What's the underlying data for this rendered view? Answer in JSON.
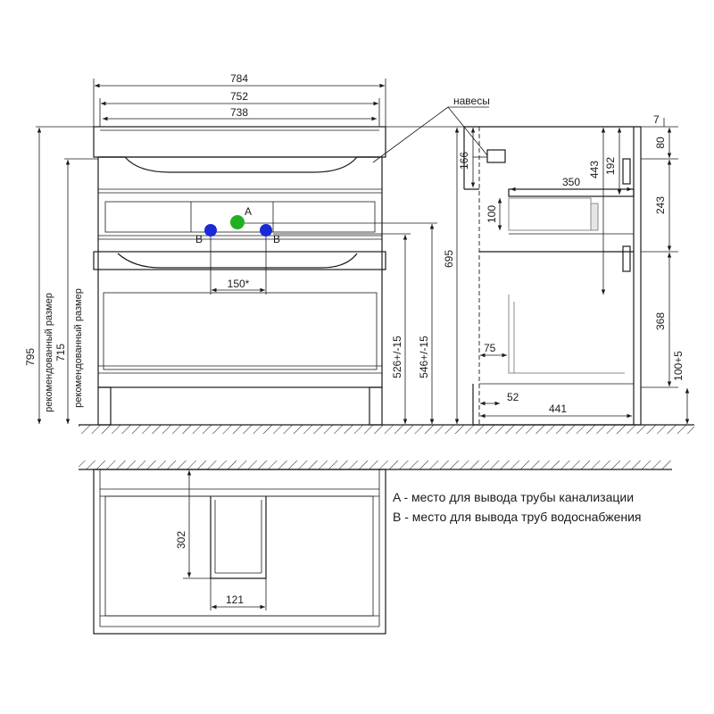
{
  "dims": {
    "width_784": "784",
    "width_752": "752",
    "width_738": "738",
    "label_hinges": "навесы",
    "d150": "150*",
    "h795": "795",
    "h715": "715",
    "rec1": "рекомендованный размер",
    "rec2": "рекомендованный размер",
    "h526": "526+/-15",
    "h546": "546+/-15",
    "h695": "695",
    "d166": "166",
    "d443": "443",
    "d192": "192",
    "d350": "350",
    "d100": "100",
    "d7": "7",
    "d80": "80",
    "d243": "243",
    "d368": "368",
    "d75": "75",
    "d100_5": "100+5",
    "d52": "52",
    "d441": "441",
    "d302": "302",
    "d121": "121"
  },
  "markers": {
    "a": "A",
    "b_left": "B",
    "b_right": "B"
  },
  "legend": {
    "a_text": "A - место для вывода трубы канализации",
    "b_text": "B - место для вывода труб водоснабжения"
  },
  "colors": {
    "marker_a": "#22b022",
    "marker_b": "#1a2ad8",
    "line": "#1a1a1a"
  }
}
